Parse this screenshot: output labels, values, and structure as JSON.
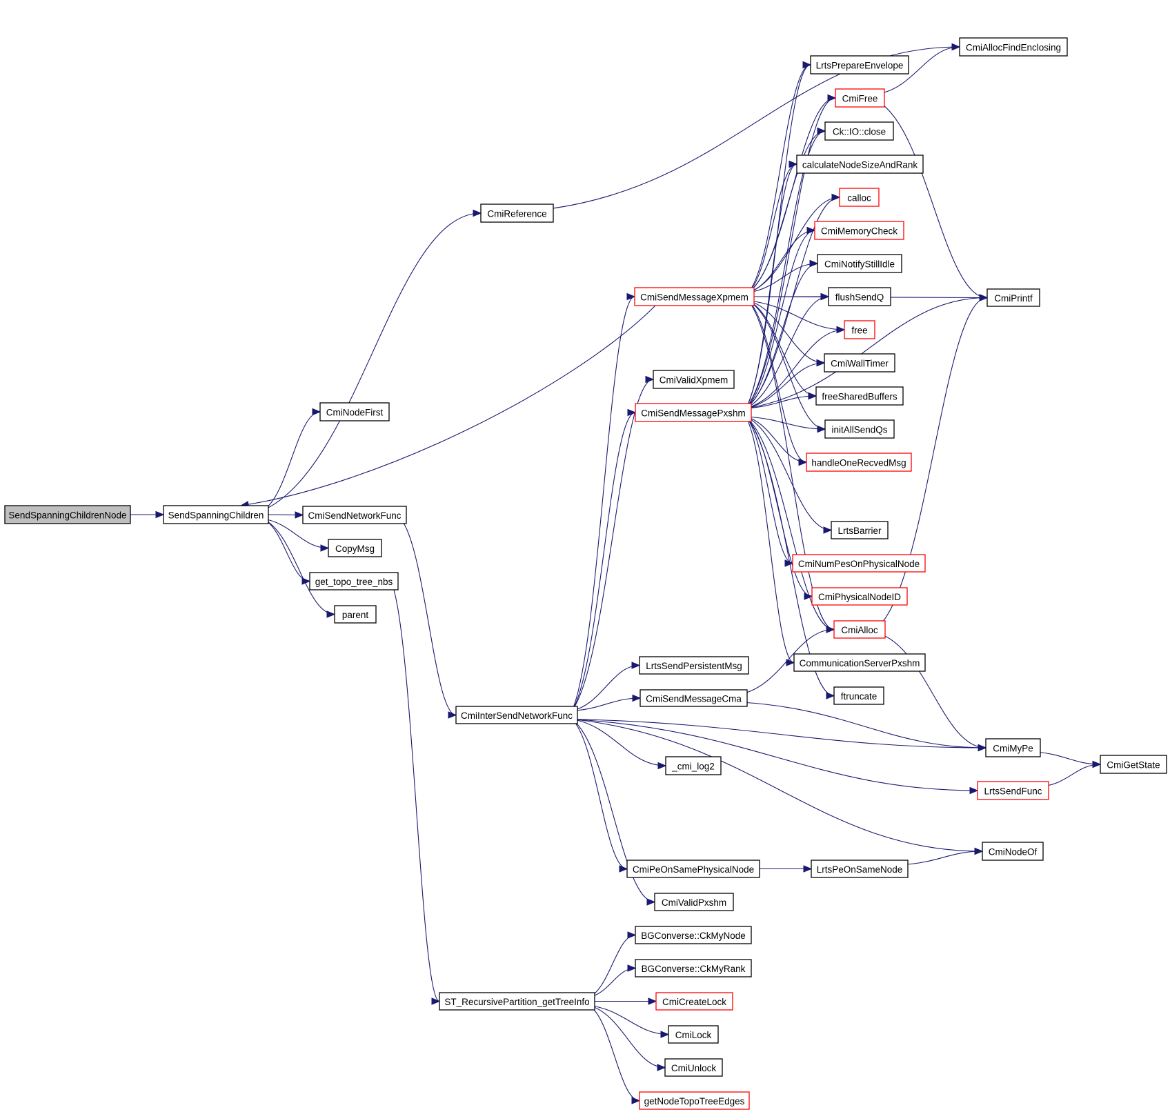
{
  "diagram": {
    "type": "call-graph",
    "root": "SendSpanningChildrenNode",
    "colors": {
      "edge": "#191970",
      "root_fill": "#bfbfbf",
      "truncated_border": "#ff0000",
      "normal_border": "#000000"
    },
    "nodes": [
      {
        "id": "n0",
        "label": "SendSpanningChildrenNode",
        "root": true
      },
      {
        "id": "n1",
        "label": "SendSpanningChildren"
      },
      {
        "id": "n2",
        "label": "CmiNodeFirst"
      },
      {
        "id": "n3",
        "label": "CmiReference"
      },
      {
        "id": "n4",
        "label": "CmiSendNetworkFunc"
      },
      {
        "id": "n5",
        "label": "CopyMsg"
      },
      {
        "id": "n6",
        "label": "get_topo_tree_nbs"
      },
      {
        "id": "n7",
        "label": "parent"
      },
      {
        "id": "n8",
        "label": "CmiAllocFindEnclosing"
      },
      {
        "id": "n9",
        "label": "CmiPrintf"
      },
      {
        "id": "n10",
        "label": "CmiSendMessageXpmem",
        "truncated": true
      },
      {
        "id": "n11",
        "label": "CmiValidXpmem"
      },
      {
        "id": "n12",
        "label": "CmiSendMessagePxshm",
        "truncated": true
      },
      {
        "id": "n13",
        "label": "LrtsPrepareEnvelope"
      },
      {
        "id": "n14",
        "label": "CmiFree",
        "truncated": true
      },
      {
        "id": "n15",
        "label": "Ck::IO::close"
      },
      {
        "id": "n16",
        "label": "calculateNodeSizeAndRank"
      },
      {
        "id": "n17",
        "label": "calloc",
        "truncated": true
      },
      {
        "id": "n18",
        "label": "CmiMemoryCheck",
        "truncated": true
      },
      {
        "id": "n19",
        "label": "CmiNotifyStillIdle"
      },
      {
        "id": "n20",
        "label": "flushSendQ"
      },
      {
        "id": "n21",
        "label": "free",
        "truncated": true
      },
      {
        "id": "n22",
        "label": "CmiWallTimer"
      },
      {
        "id": "n23",
        "label": "freeSharedBuffers"
      },
      {
        "id": "n24",
        "label": "initAllSendQs"
      },
      {
        "id": "n25",
        "label": "handleOneRecvedMsg",
        "truncated": true
      },
      {
        "id": "n26",
        "label": "LrtsBarrier"
      },
      {
        "id": "n27",
        "label": "CmiNumPesOnPhysicalNode",
        "truncated": true
      },
      {
        "id": "n28",
        "label": "CmiPhysicalNodeID",
        "truncated": true
      },
      {
        "id": "n29",
        "label": "CmiAlloc",
        "truncated": true
      },
      {
        "id": "n30",
        "label": "CommunicationServerPxshm"
      },
      {
        "id": "n31",
        "label": "ftruncate"
      },
      {
        "id": "n32",
        "label": "CmiInterSendNetworkFunc"
      },
      {
        "id": "n33",
        "label": "LrtsSendPersistentMsg"
      },
      {
        "id": "n34",
        "label": "CmiSendMessageCma"
      },
      {
        "id": "n35",
        "label": "_cmi_log2"
      },
      {
        "id": "n36",
        "label": "CmiMyPe"
      },
      {
        "id": "n37",
        "label": "CmiGetState"
      },
      {
        "id": "n38",
        "label": "LrtsSendFunc",
        "truncated": true
      },
      {
        "id": "n39",
        "label": "CmiNodeOf"
      },
      {
        "id": "n40",
        "label": "CmiPeOnSamePhysicalNode"
      },
      {
        "id": "n41",
        "label": "LrtsPeOnSameNode"
      },
      {
        "id": "n42",
        "label": "CmiValidPxshm"
      },
      {
        "id": "n43",
        "label": "BGConverse::CkMyNode"
      },
      {
        "id": "n44",
        "label": "BGConverse::CkMyRank"
      },
      {
        "id": "n45",
        "label": "ST_RecursivePartition_getTreeInfo"
      },
      {
        "id": "n46",
        "label": "CmiCreateLock",
        "truncated": true
      },
      {
        "id": "n47",
        "label": "CmiLock"
      },
      {
        "id": "n48",
        "label": "CmiUnlock"
      },
      {
        "id": "n49",
        "label": "getNodeTopoTreeEdges",
        "truncated": true
      }
    ],
    "edges": [
      [
        "n0",
        "n1"
      ],
      [
        "n1",
        "n2"
      ],
      [
        "n1",
        "n3"
      ],
      [
        "n1",
        "n4"
      ],
      [
        "n1",
        "n5"
      ],
      [
        "n1",
        "n6"
      ],
      [
        "n1",
        "n7"
      ],
      [
        "n3",
        "n8"
      ],
      [
        "n10",
        "n1"
      ],
      [
        "n4",
        "n32"
      ],
      [
        "n6",
        "n45"
      ],
      [
        "n32",
        "n10"
      ],
      [
        "n32",
        "n11"
      ],
      [
        "n32",
        "n12"
      ],
      [
        "n32",
        "n33"
      ],
      [
        "n32",
        "n34"
      ],
      [
        "n32",
        "n35"
      ],
      [
        "n32",
        "n36"
      ],
      [
        "n32",
        "n38"
      ],
      [
        "n32",
        "n39"
      ],
      [
        "n32",
        "n40"
      ],
      [
        "n32",
        "n42"
      ],
      [
        "n10",
        "n13"
      ],
      [
        "n10",
        "n14"
      ],
      [
        "n10",
        "n15"
      ],
      [
        "n10",
        "n16"
      ],
      [
        "n10",
        "n17"
      ],
      [
        "n10",
        "n18"
      ],
      [
        "n10",
        "n19"
      ],
      [
        "n10",
        "n20"
      ],
      [
        "n10",
        "n21"
      ],
      [
        "n10",
        "n22"
      ],
      [
        "n10",
        "n23"
      ],
      [
        "n10",
        "n24"
      ],
      [
        "n10",
        "n25"
      ],
      [
        "n10",
        "n29"
      ],
      [
        "n10",
        "n9"
      ],
      [
        "n12",
        "n13"
      ],
      [
        "n12",
        "n14"
      ],
      [
        "n12",
        "n15"
      ],
      [
        "n12",
        "n16"
      ],
      [
        "n12",
        "n17"
      ],
      [
        "n12",
        "n18"
      ],
      [
        "n12",
        "n19"
      ],
      [
        "n12",
        "n20"
      ],
      [
        "n12",
        "n21"
      ],
      [
        "n12",
        "n22"
      ],
      [
        "n12",
        "n23"
      ],
      [
        "n12",
        "n24"
      ],
      [
        "n12",
        "n25"
      ],
      [
        "n12",
        "n26"
      ],
      [
        "n12",
        "n27"
      ],
      [
        "n12",
        "n28"
      ],
      [
        "n12",
        "n29"
      ],
      [
        "n12",
        "n30"
      ],
      [
        "n12",
        "n31"
      ],
      [
        "n12",
        "n9"
      ],
      [
        "n14",
        "n8"
      ],
      [
        "n14",
        "n9"
      ],
      [
        "n29",
        "n9"
      ],
      [
        "n29",
        "n36"
      ],
      [
        "n34",
        "n29"
      ],
      [
        "n34",
        "n36"
      ],
      [
        "n36",
        "n37"
      ],
      [
        "n38",
        "n37"
      ],
      [
        "n40",
        "n41"
      ],
      [
        "n41",
        "n39"
      ],
      [
        "n45",
        "n43"
      ],
      [
        "n45",
        "n44"
      ],
      [
        "n45",
        "n46"
      ],
      [
        "n45",
        "n47"
      ],
      [
        "n45",
        "n48"
      ],
      [
        "n45",
        "n49"
      ]
    ]
  }
}
